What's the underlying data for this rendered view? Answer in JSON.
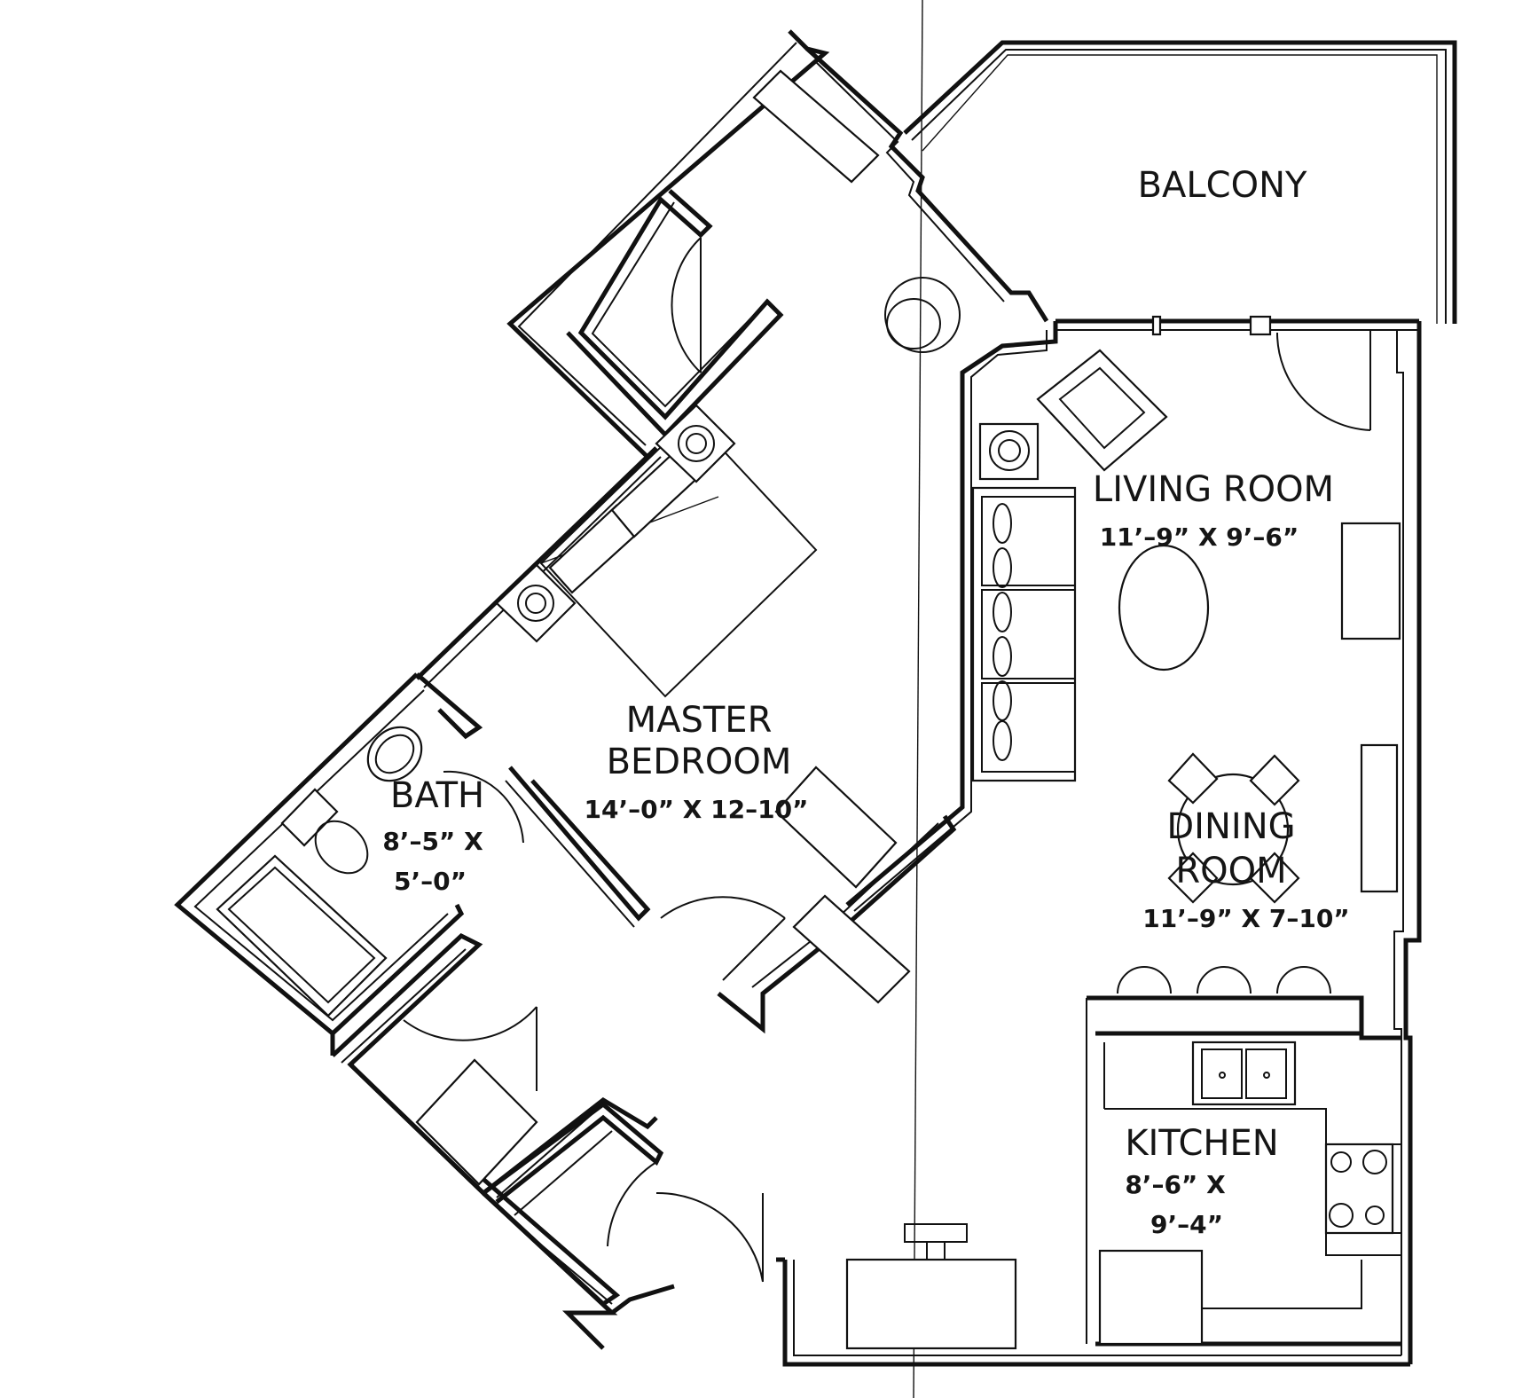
{
  "rooms": {
    "balcony": {
      "name": "BALCONY"
    },
    "living_room": {
      "name": "LIVING  ROOM",
      "dimensions": "11’–9”  X  9’–6”"
    },
    "master_bedroom": {
      "name_line1": "MASTER",
      "name_line2": "BEDROOM",
      "dimensions": "14’–0”  X  12–10”"
    },
    "bath": {
      "name": "BATH",
      "dim_line1": "8’–5”  X",
      "dim_line2": "5’–0”"
    },
    "dining_room": {
      "name_line1": "DINING",
      "name_line2": "ROOM",
      "dimensions": "11’–9”  X  7–10”"
    },
    "kitchen": {
      "name": "KITCHEN",
      "dim_line1": "8’–6”  X",
      "dim_line2": "9’–4”"
    }
  },
  "colors": {
    "line": "#111111",
    "background": "#ffffff"
  }
}
